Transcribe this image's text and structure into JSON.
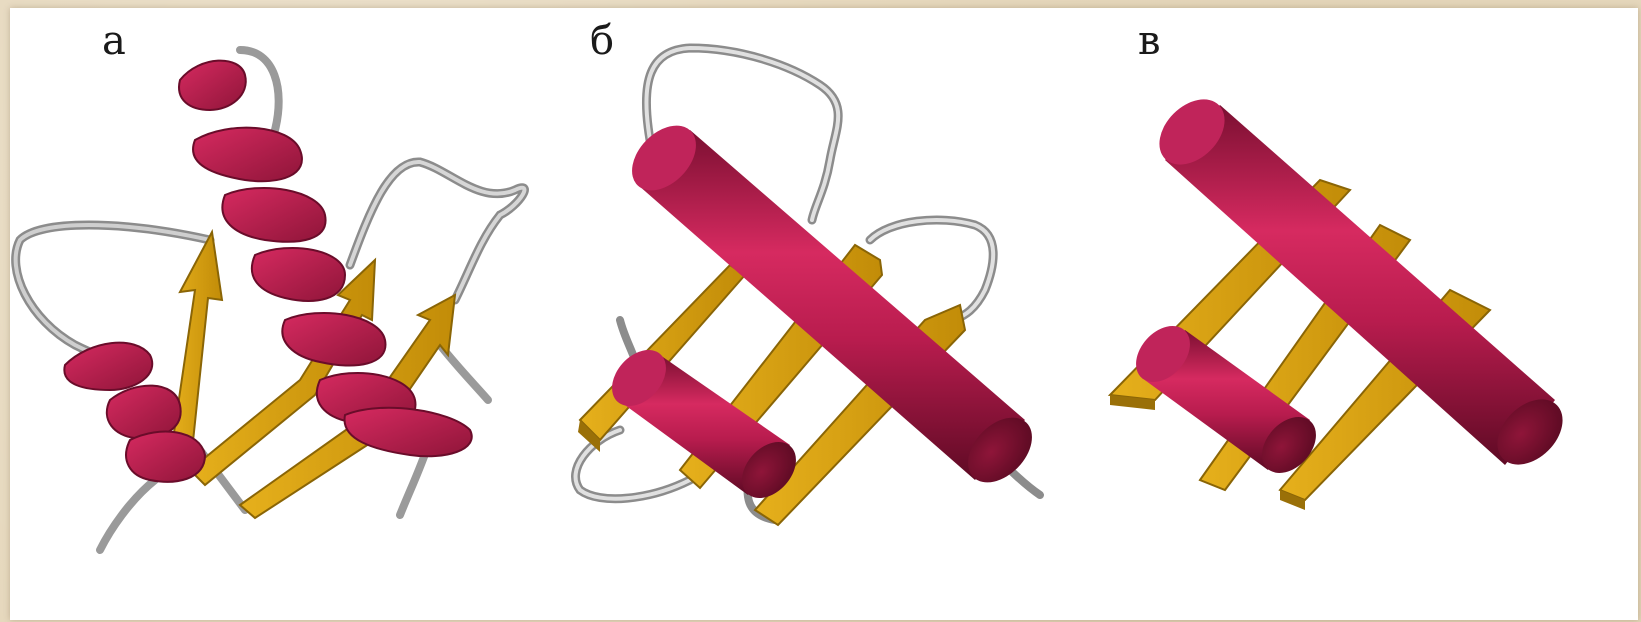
{
  "panels": [
    {
      "label": "а"
    },
    {
      "label": "б"
    },
    {
      "label": "в"
    }
  ],
  "colors": {
    "helix": "#b81c4e",
    "helix_dark": "#7a0f31",
    "strand": "#d9a312",
    "strand_dark": "#9a7008",
    "loop": "#a8a8a8"
  }
}
